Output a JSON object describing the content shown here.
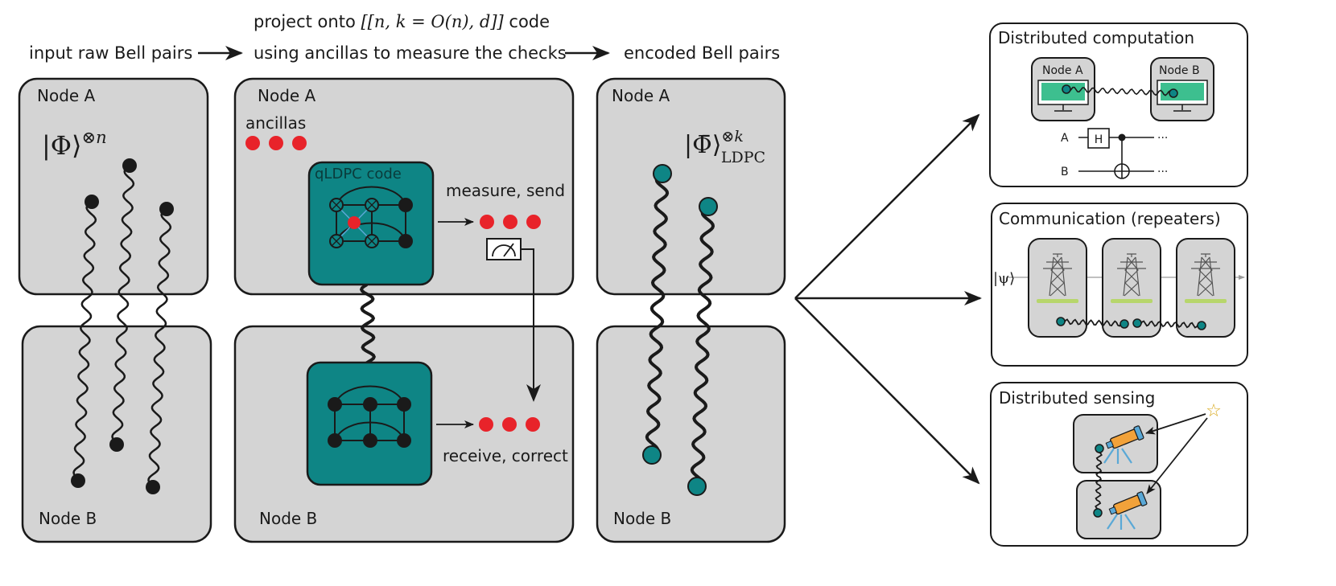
{
  "flow": {
    "step1": "input raw Bell pairs",
    "step2_line1_prefix": "project onto ",
    "step2_code": "[[n, k = O(n), d]]",
    "step2_line1_suffix": " code",
    "step2_line2": "using ancillas to measure the checks",
    "step3": "encoded Bell pairs"
  },
  "panel1": {
    "node_a": "Node A",
    "node_b": "Node B",
    "state_ket": "|Φ⟩",
    "state_exp": "⊗n"
  },
  "panel2": {
    "node_a": "Node A",
    "node_b": "Node B",
    "ancillas": "ancillas",
    "code_label": "qLDPC code",
    "measure": "measure, send",
    "receive": "receive, correct"
  },
  "panel3": {
    "node_a": "Node A",
    "node_b": "Node B",
    "state_ket": "|Φ̄⟩",
    "state_exp": "⊗k",
    "state_sub": "LDPC"
  },
  "apps": {
    "computation": {
      "title": "Distributed computation",
      "node_a": "Node A",
      "node_b": "Node B",
      "wire_a": "A",
      "wire_b": "B",
      "gate": "H",
      "ellipsis": "···"
    },
    "communication": {
      "title": "Communication (repeaters)",
      "psi": "|ψ⟩"
    },
    "sensing": {
      "title": "Distributed sensing",
      "star": "☆"
    }
  },
  "colors": {
    "panel_fill": "#d4d4d4",
    "teal": "#0e8585",
    "ancilla_red": "#e8232a",
    "screen_green": "#3dbf8f",
    "rail_green": "#b7d66c",
    "telescope_orange": "#f2a23a",
    "telescope_blue": "#5aa8d6",
    "dark": "#1a1a1a"
  }
}
